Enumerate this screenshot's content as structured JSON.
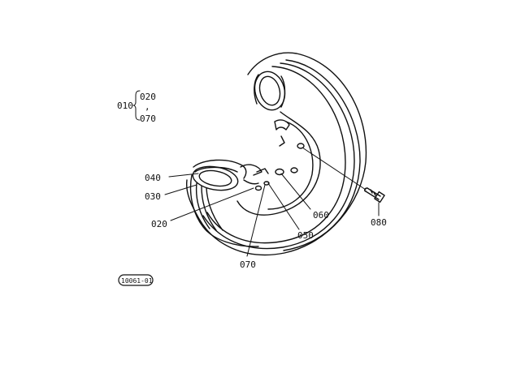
{
  "diagram": {
    "group": {
      "parent": "010",
      "children": [
        "020",
        "070"
      ],
      "separator": ","
    },
    "callouts": {
      "p040": "040",
      "p030": "030",
      "p020": "020",
      "p070": "070",
      "p050": "050",
      "p060": "060",
      "p080": "080"
    },
    "figure_id": "10061-01"
  }
}
